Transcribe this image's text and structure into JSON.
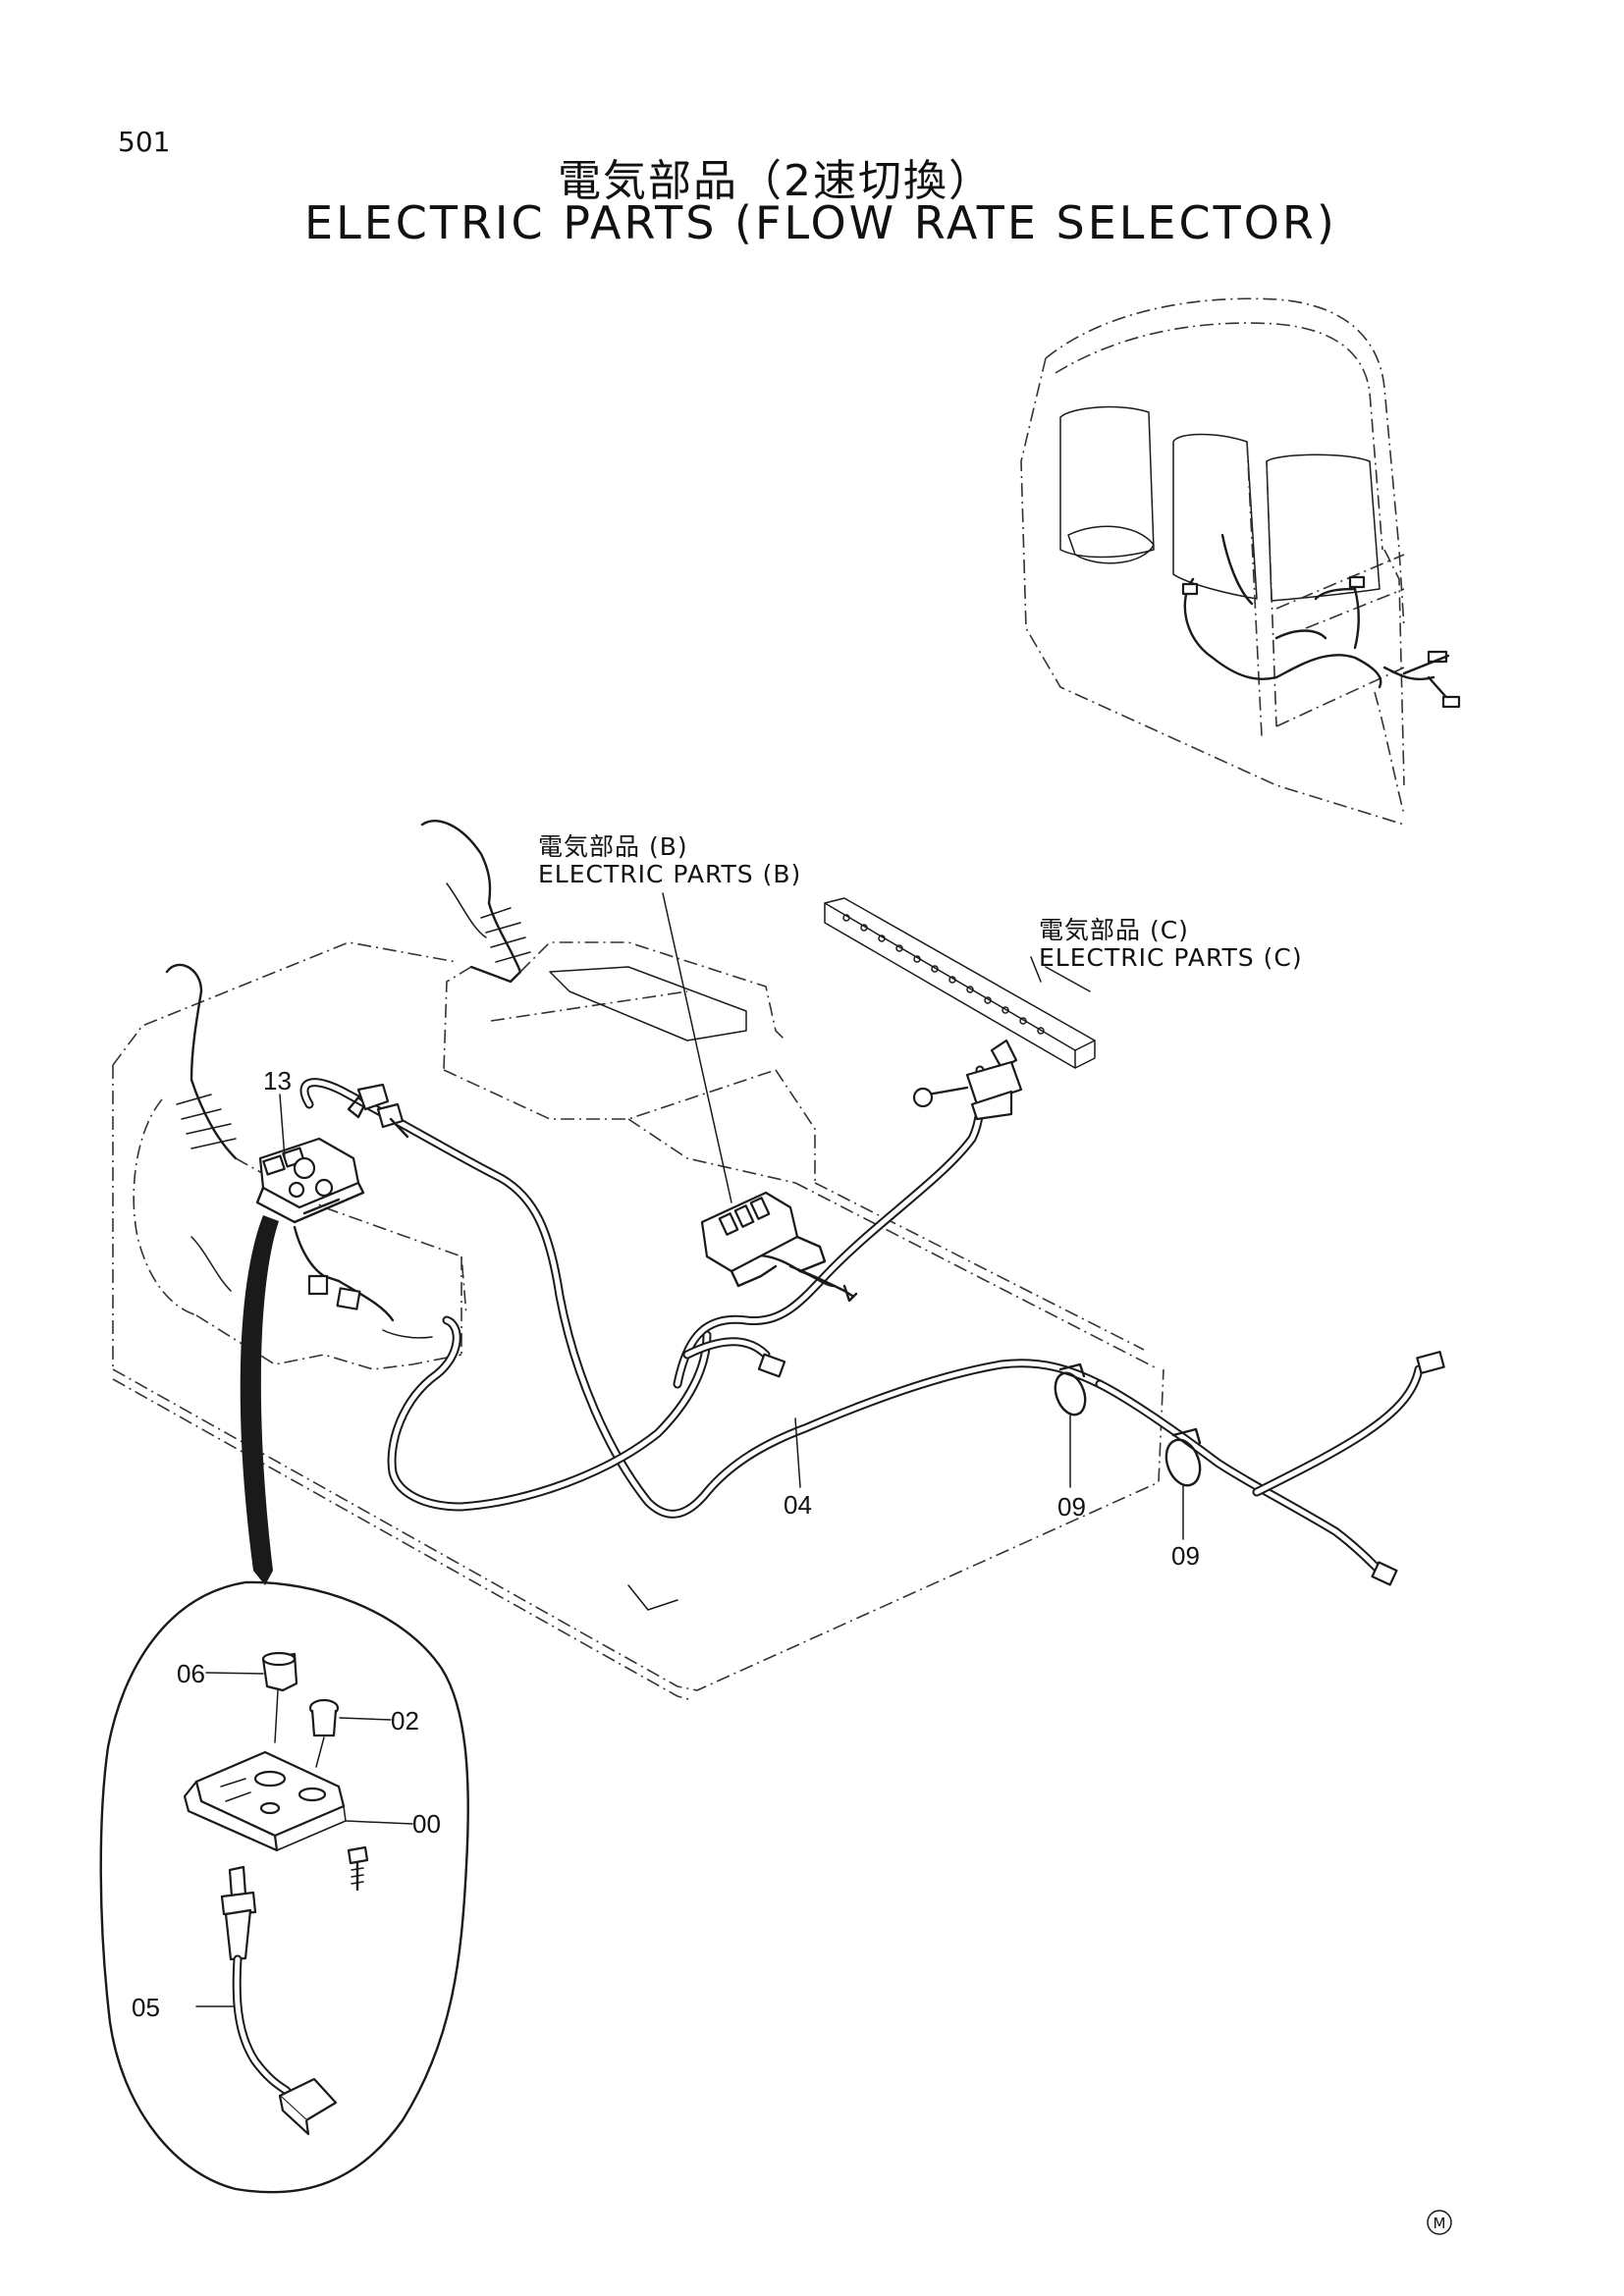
{
  "page_number": "501",
  "title": {
    "japanese": "電気部品（2速切換）",
    "english": "ELECTRIC PARTS (FLOW RATE SELECTOR)"
  },
  "references": {
    "electric_parts_b": {
      "japanese": "電気部品 (B)",
      "english": "ELECTRIC PARTS (B)"
    },
    "electric_parts_c": {
      "japanese": "電気部品 (C)",
      "english": "ELECTRIC PARTS (C)"
    }
  },
  "callouts": {
    "p13": "13",
    "p04": "04",
    "p09_a": "09",
    "p09_b": "09",
    "p06": "06",
    "p02": "02",
    "p00": "00",
    "p05": "05"
  },
  "mark": "M"
}
